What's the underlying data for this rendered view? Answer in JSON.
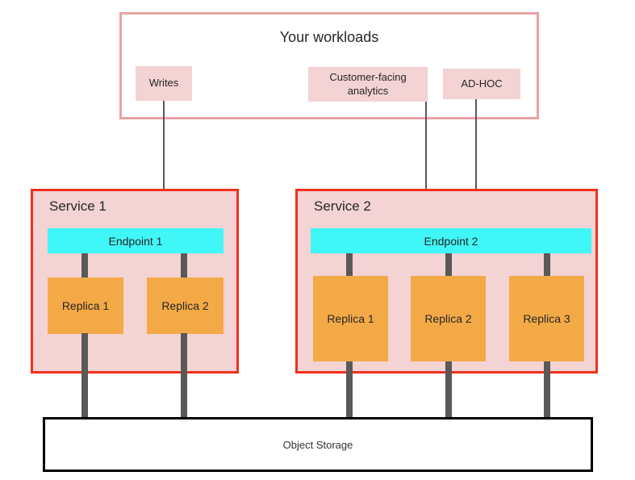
{
  "diagram": {
    "workloads": {
      "title": "Your workloads",
      "writes_label": "Writes",
      "analytics_label": "Customer-facing analytics",
      "adhoc_label": "AD-HOC"
    },
    "service1": {
      "title": "Service 1",
      "endpoint_label": "Endpoint 1",
      "replica1_label": "Replica 1",
      "replica2_label": "Replica 2"
    },
    "service2": {
      "title": "Service 2",
      "endpoint_label": "Endpoint 2",
      "replica1_label": "Replica 1",
      "replica2_label": "Replica 2",
      "replica3_label": "Replica 3"
    },
    "storage": {
      "label": "Object Storage"
    },
    "colors": {
      "workloads_border": "#e8a2a6",
      "pink_fill": "#f3d3d3",
      "service_border": "#f2301d",
      "endpoint_fill": "#40f6f7",
      "replica_fill": "#f4a947",
      "connector_gray": "#595959",
      "arrow_gray": "#575757",
      "storage_border": "#000000",
      "text_dark": "#262626"
    }
  }
}
